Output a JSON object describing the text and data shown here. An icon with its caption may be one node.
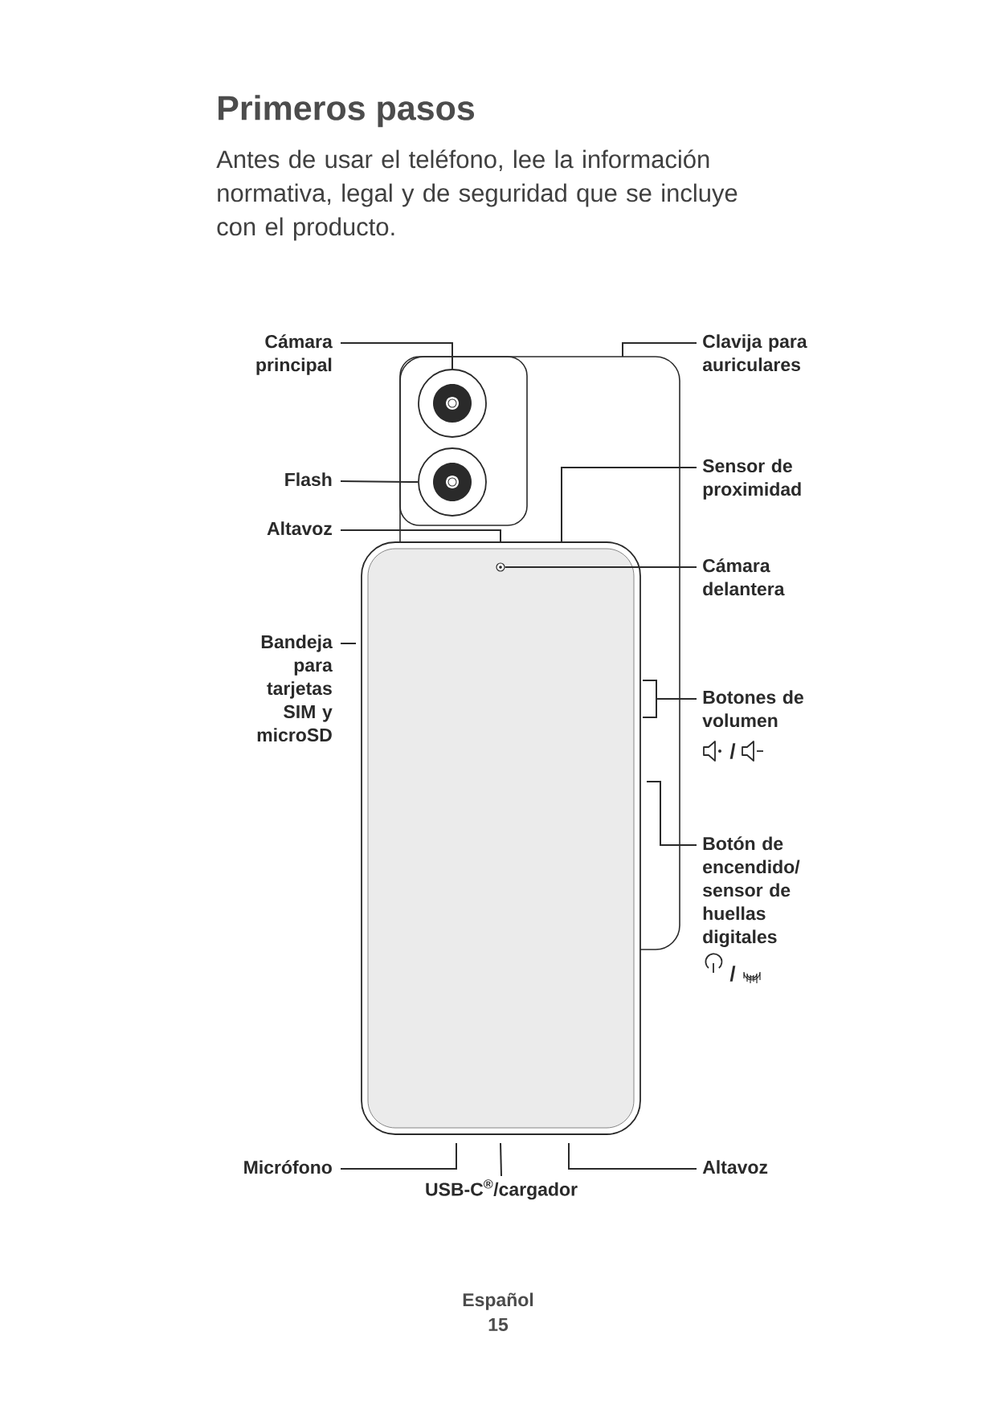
{
  "diagram": {
    "title": "Primeros pasos",
    "nodes": [
      {
        "text": [
          "Cámara principal"
        ]
      },
      {
        "text": [
          "Clavija para auriculares"
        ]
      },
      {
        "text": [
          "Flash"
        ]
      },
      {
        "text": [
          "Sensor de proximidad"
        ]
      },
      {
        "text": [
          "Altavoz"
        ]
      },
      {
        "text": [
          "Cámara delantera"
        ]
      },
      {
        "text": [
          "Bandeja para tarjetas SIM y microSD"
        ]
      },
      {
        "text": [
          "Botones de volumen"
        ]
      },
      {
        "text": [
          "Botón de encendido/ sensor de huellas digitales"
        ]
      },
      {
        "text": [
          "Micrófono"
        ]
      },
      {
        "text": [
          "USB-C$^{®}$/cargador"
        ]
      },
      {
        "text": [
          "Altavoz"
        ]
      },
      {
        "text": [],
        "shape": "circle"
      },
      {
        "text": [],
        "shape": "circle"
      },
      {
        "text": [],
        "shape": "circle"
      }
    ],
    "edges": [
      {
        "from": 0,
        "to": 12,
        "arrow": "none"
      },
      {
        "from": 1,
        "to": null,
        "arrow": "none"
      },
      {
        "from": 2,
        "to": 13,
        "arrow": "none"
      },
      {
        "from": 3,
        "to": null,
        "arrow": "none"
      },
      {
        "from": 4,
        "to": null,
        "arrow": "none"
      },
      {
        "from": 5,
        "to": 14,
        "arrow": "none"
      },
      {
        "from": 6,
        "to": null,
        "arrow": "none"
      },
      {
        "from": 7,
        "to": null,
        "arrow": "none"
      },
      {
        "from": 8,
        "to": null,
        "arrow": "none"
      },
      {
        "from": 9,
        "to": null,
        "arrow": "none"
      },
      {
        "from": 10,
        "to": null,
        "arrow": "none"
      },
      {
        "from": 11,
        "to": null,
        "arrow": "none"
      }
    ],
    "labels": [
      "Antes de usar el teléfono, lee la información normativa, legal y de seguridad que se incluye con el producto.",
      "/",
      "/",
      "Español",
      "15"
    ]
  }
}
